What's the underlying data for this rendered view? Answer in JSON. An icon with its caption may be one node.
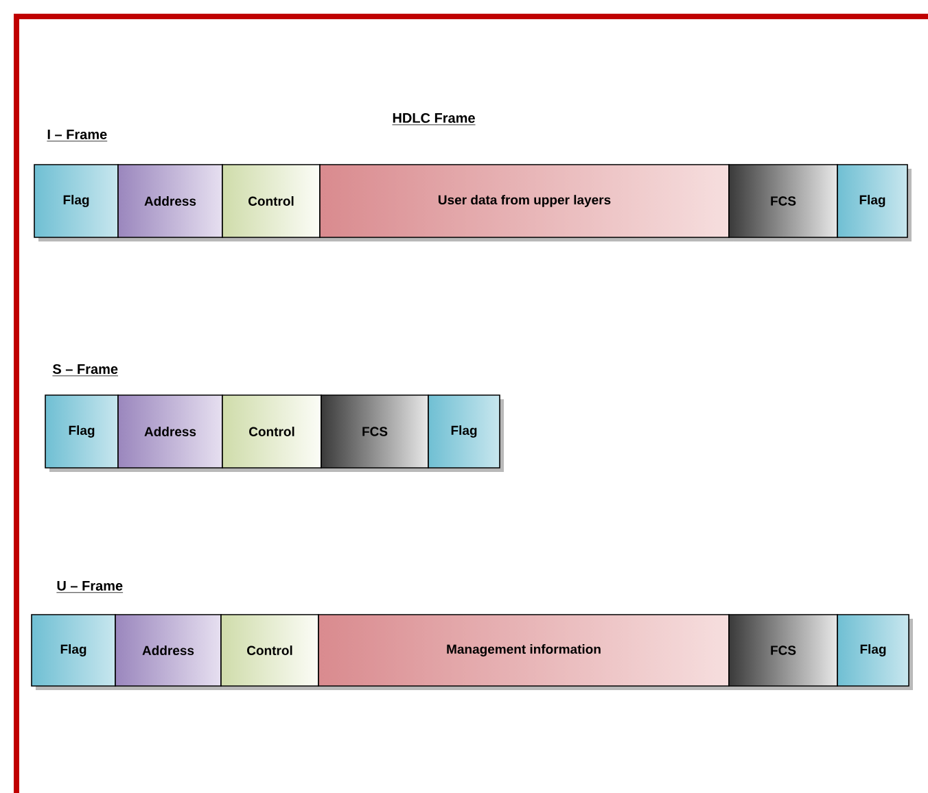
{
  "diagram": {
    "title": "HDLC Frame",
    "nodes": [
      {
        "text": [
          "Flag"
        ]
      },
      {
        "text": [
          "Address"
        ]
      },
      {
        "text": [
          "Control"
        ]
      },
      {
        "text": [
          "User data from upper layers"
        ]
      },
      {
        "text": [
          "FCS"
        ]
      },
      {
        "text": [
          "Flag"
        ]
      },
      {
        "text": [
          "Flag"
        ]
      },
      {
        "text": [
          "Address"
        ]
      },
      {
        "text": [
          "Control"
        ]
      },
      {
        "text": [
          "FCS"
        ]
      },
      {
        "text": [
          "Flag"
        ]
      },
      {
        "text": [
          "Flag"
        ]
      },
      {
        "text": [
          "Address"
        ]
      },
      {
        "text": [
          "Control"
        ]
      },
      {
        "text": [
          "Management information"
        ]
      },
      {
        "text": [
          "FCS"
        ]
      },
      {
        "text": [
          "Flag"
        ]
      }
    ],
    "labels": [
      "I – Frame",
      "S – Frame",
      "U – Frame"
    ]
  }
}
